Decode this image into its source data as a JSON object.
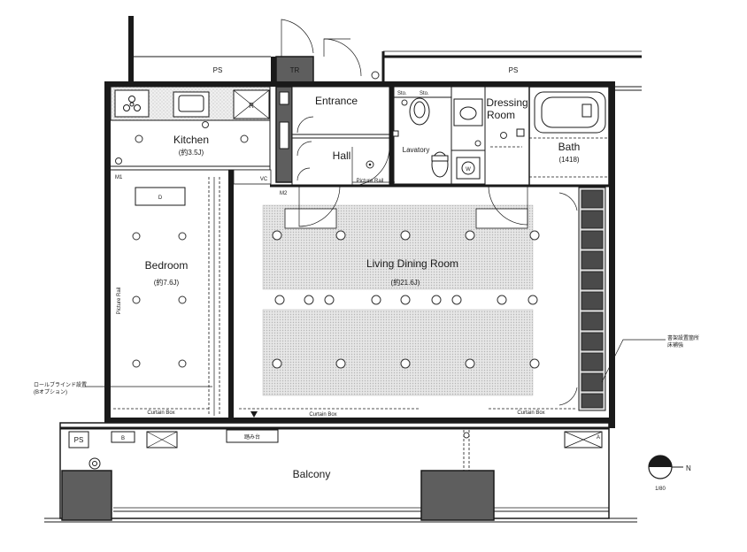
{
  "rooms": {
    "ps_left": "PS",
    "tr": "TR",
    "ps_right": "PS",
    "entrance": "Entrance",
    "hall": "Hall",
    "lavatory": "Lavatory",
    "dressing_line1": "Dressing",
    "dressing_line2": "Room",
    "bath": "Bath",
    "bath_size": "(1418)",
    "kitchen": "Kitchen",
    "kitchen_size": "(約3.5J)",
    "bedroom": "Bedroom",
    "bedroom_size": "(約7.6J)",
    "living": "Living Dining Room",
    "living_size": "(約21.6J)",
    "balcony": "Balcony",
    "ps_balcony": "PS"
  },
  "labels": {
    "picture_rail_top": "Picture Rail",
    "picture_rail_left": "Picture Rail",
    "curtain_box_bedroom": "Curtain Box",
    "curtain_box_living": "Curtain Box",
    "curtain_box_right": "Curtain Box",
    "stock": "Sto.",
    "stock2": "Sto.",
    "shelf_annot_line1": "書架設置箇所",
    "shelf_annot_line2": "床補強",
    "blind_annot_line1": "ロールブラインド設置",
    "blind_annot_line2": "(Bオプション)",
    "step": "踏み台",
    "scale": "1/80",
    "north": "N",
    "mark_r": "R",
    "mark_d": "D",
    "mark_w": "W",
    "mark_m1": "M1",
    "mark_m2": "M2",
    "mark_vc": "VC",
    "mark_a": "A",
    "mark_b": "B"
  }
}
